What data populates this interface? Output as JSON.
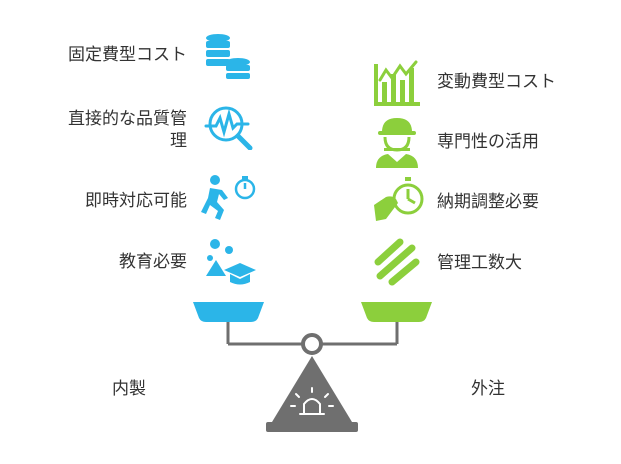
{
  "colors": {
    "left_accent": "#2bb5e8",
    "right_accent": "#8ccf3c",
    "scale_gray": "#6f6f6f",
    "text": "#333333"
  },
  "left": {
    "title": "内製",
    "items": [
      {
        "label": "固定費型コスト",
        "icon": "database-stack-icon"
      },
      {
        "label": "直接的な品質管",
        "label_line2": "理",
        "icon": "quality-scan-icon"
      },
      {
        "label": "即時対応可能",
        "icon": "running-stopwatch-icon"
      },
      {
        "label": "教育必要",
        "icon": "education-cap-icon"
      }
    ]
  },
  "right": {
    "title": "外注",
    "items": [
      {
        "label": "変動費型コスト",
        "icon": "fluctuation-bars-icon"
      },
      {
        "label": "専門性の活用",
        "icon": "worker-helmet-icon"
      },
      {
        "label": "納期調整必要",
        "icon": "hand-stopwatch-icon"
      },
      {
        "label": "管理工数大",
        "icon": "diagonal-bars-icon"
      }
    ]
  }
}
